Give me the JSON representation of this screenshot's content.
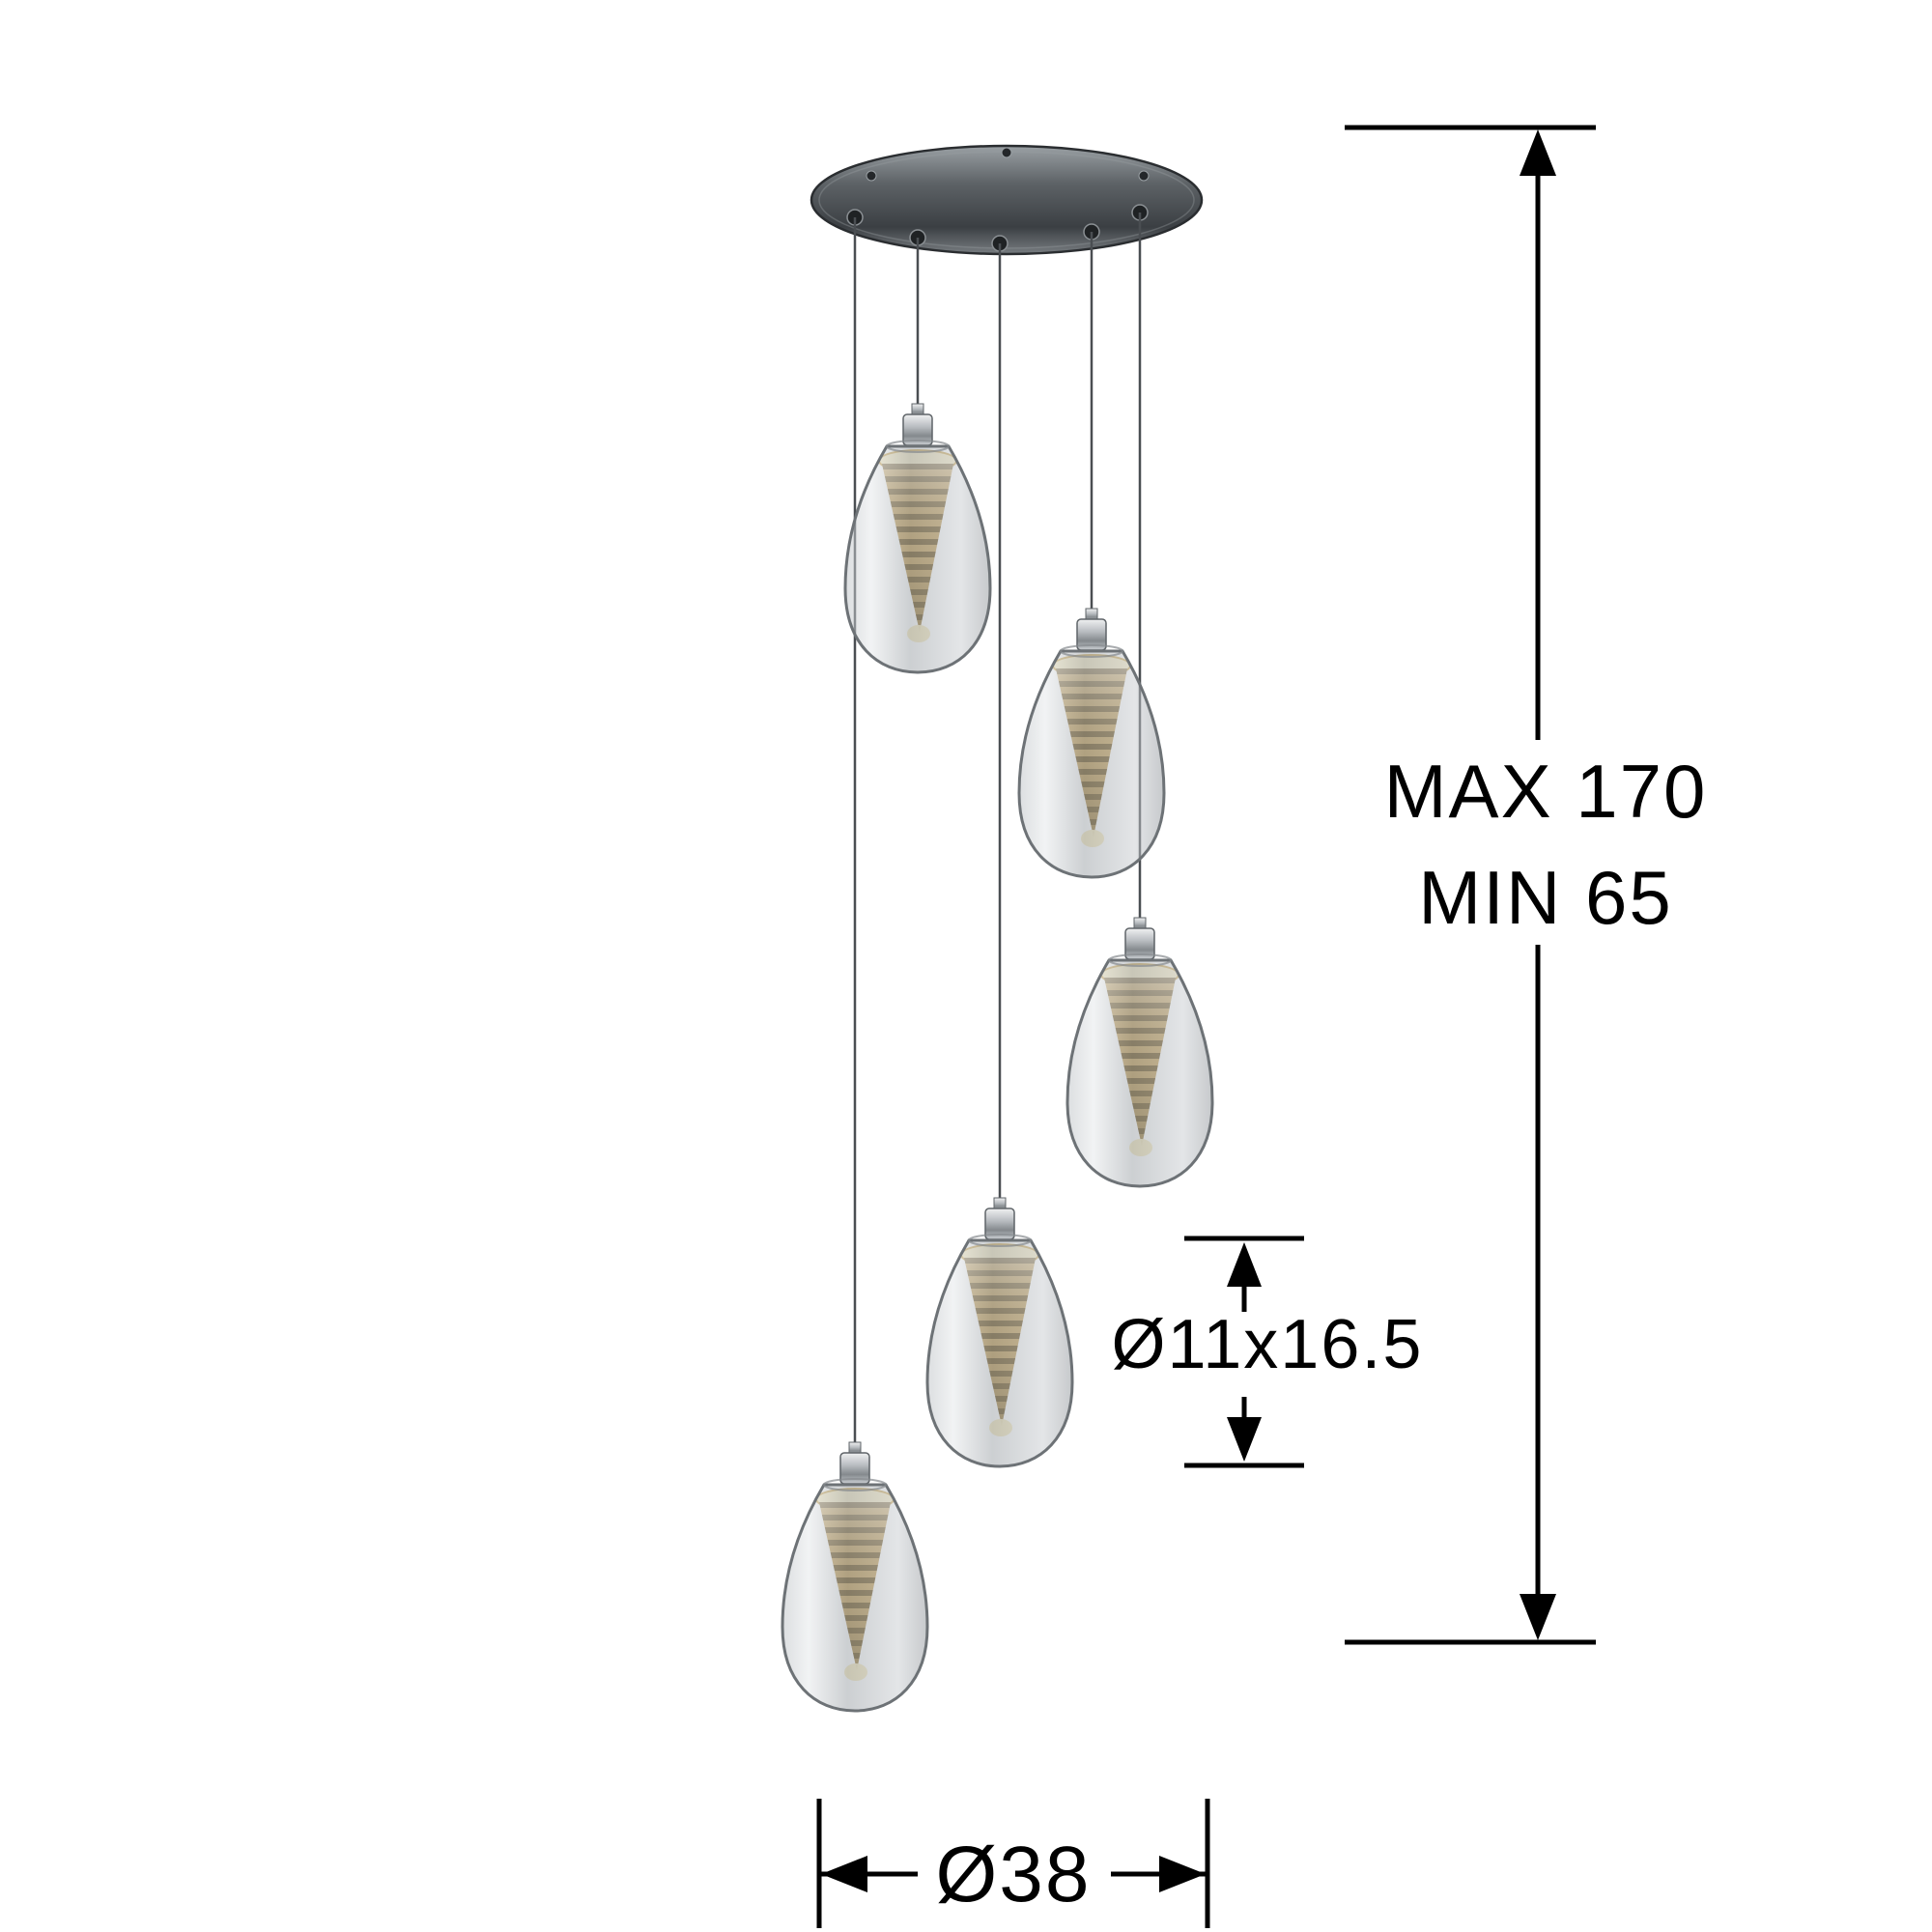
{
  "diagram": {
    "kind": "technical-dimension-drawing",
    "subject": "5-light spiral cluster pendant lamp with smoked glass shades and inner LED spiral cones",
    "labels": {
      "max": "MAX  170",
      "min": "MIN 65",
      "shade": "Ø11x16.5",
      "canopy": "Ø38"
    },
    "dimensions": {
      "max_drop": 170,
      "min_drop": 65,
      "shade_diameter": 11,
      "shade_height": 16.5,
      "canopy_diameter": 38
    },
    "pendant_count": 5,
    "colors": {
      "background": "#ffffff",
      "line": "#000000",
      "metal": "#7d8287",
      "glass": "#aeb3b8",
      "led_gold": "#caa55e"
    }
  }
}
